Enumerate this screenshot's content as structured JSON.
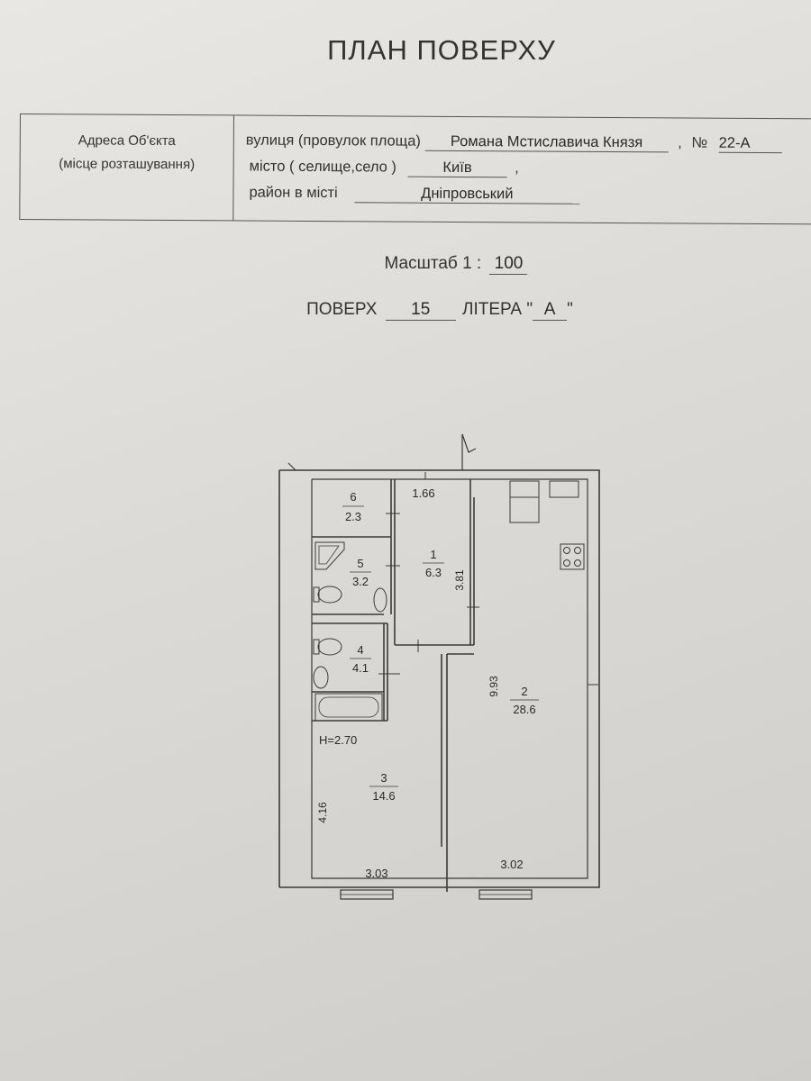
{
  "document": {
    "title": "ПЛАН ПОВЕРХУ",
    "address": {
      "left_label_line1": "Адреса Об'єкта",
      "left_label_line2": "(місце розташування)",
      "street_label": "вулиця (провулок площа)",
      "street_value": "Романа Мстиславича Князя",
      "number_label": "№",
      "number_value": "22-А",
      "city_label": "місто ( селище,село )",
      "city_value": "Київ",
      "district_label": "район в місті",
      "district_value": "Дніпровський"
    },
    "scale_label": "Масштаб  1 :",
    "scale_value": "100",
    "floor_label": "ПОВЕРХ",
    "floor_value": "15",
    "litera_label": "ЛІТЕРА \"",
    "litera_value": "А",
    "litera_close": "\""
  },
  "plan": {
    "ceiling_height": "H=2.70",
    "rooms": [
      {
        "number": "6",
        "area": "2.3"
      },
      {
        "number": "5",
        "area": "3.2"
      },
      {
        "number": "1",
        "area": "6.3"
      },
      {
        "number": "4",
        "area": "4.1"
      },
      {
        "number": "2",
        "area": "28.6"
      },
      {
        "number": "3",
        "area": "14.6"
      }
    ],
    "dimensions": {
      "corridor_top": "1.66",
      "corridor_side": "3.81",
      "living_side": "9.93",
      "room3_side": "4.16",
      "room3_bottom": "3.03",
      "room2_bottom": "3.02"
    }
  }
}
